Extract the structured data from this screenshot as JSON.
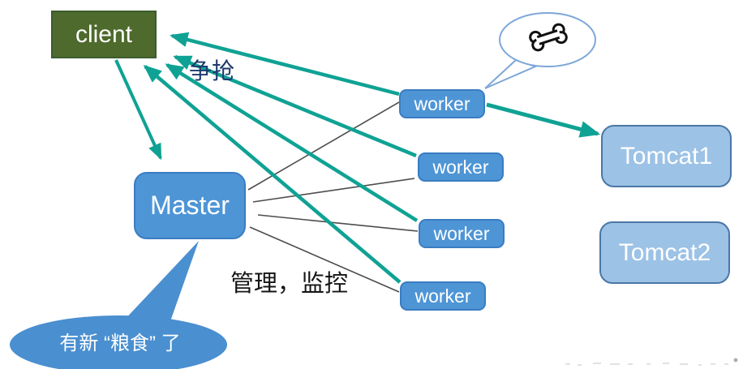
{
  "diagram": {
    "topic": "nginx master worker architecture"
  },
  "nodes": {
    "client": {
      "label": "client",
      "color": "#4e6a2c"
    },
    "master": {
      "label": "Master",
      "color": "#4e95d6"
    },
    "workers": [
      {
        "label": "worker"
      },
      {
        "label": "worker"
      },
      {
        "label": "worker"
      },
      {
        "label": "worker"
      }
    ],
    "tomcat1": {
      "label": "Tomcat1",
      "color": "#9cc2e6"
    },
    "tomcat2": {
      "label": "Tomcat2",
      "color": "#9cc2e6"
    }
  },
  "annotations": {
    "contend": "争抢",
    "manage_monitor": "管理，监控",
    "new_food_bubble": "有新 “粮食” 了"
  },
  "icons": {
    "bone": "bone-icon"
  },
  "colors": {
    "arrow_teal": "#0fa294",
    "line_gray": "#4d4d4d",
    "client_green": "#4e6a2c",
    "node_blue": "#4e95d6",
    "tomcat_light_blue": "#9cc2e6",
    "bubble_blue": "#4a8fd0",
    "contend_navy": "#1e3a6e"
  }
}
